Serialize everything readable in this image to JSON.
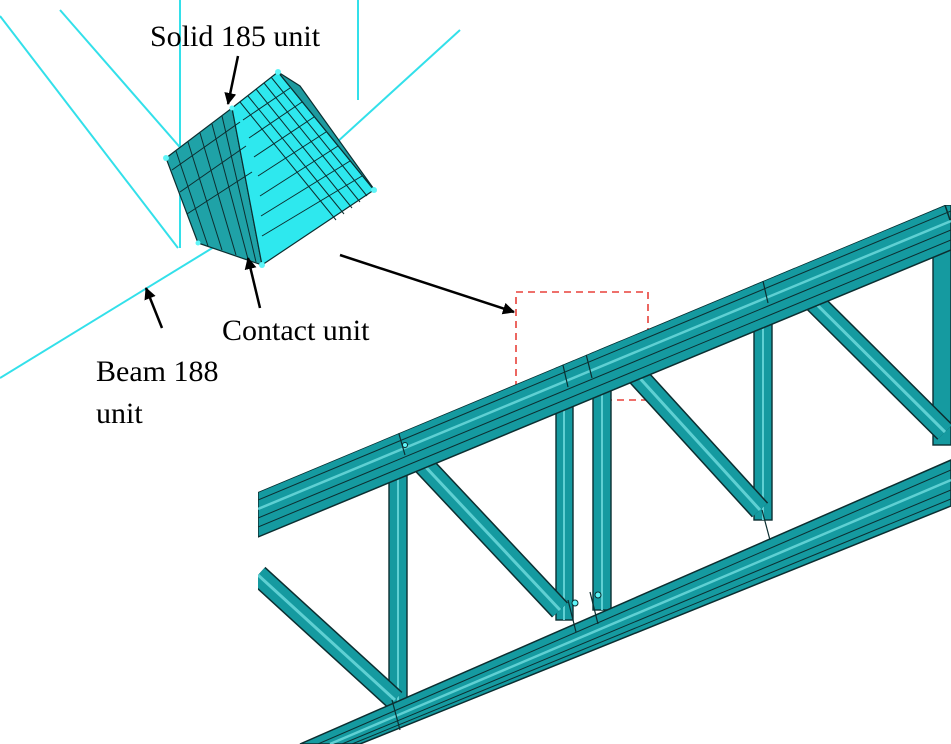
{
  "labels": {
    "solid": "Solid 185 unit",
    "contact": "Contact unit",
    "beam_line1": "Beam 188",
    "beam_line2": "unit"
  },
  "colors": {
    "wire": "#33e0ea",
    "mesh_fill": "#2ee8ee",
    "mesh_dark": "#178c91",
    "member": "#159aa0",
    "member_light": "#5fd0d3",
    "outline": "#0c2e30",
    "highlight_box": "#e8413a",
    "arrow": "#000000"
  }
}
